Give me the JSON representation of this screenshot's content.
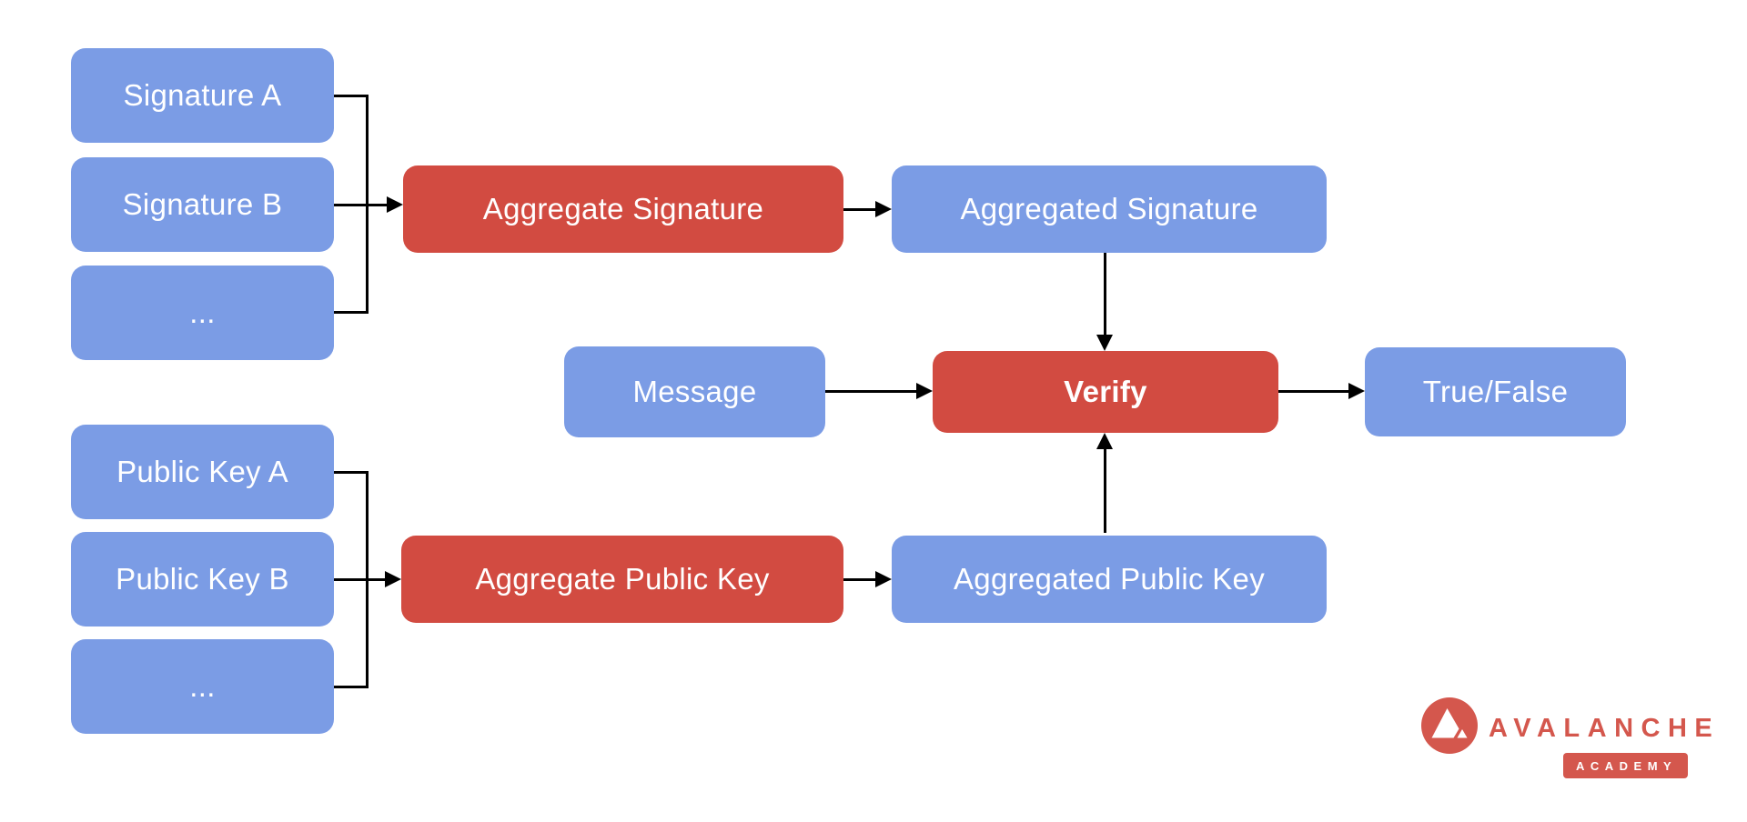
{
  "diagram": {
    "signature_inputs": [
      {
        "label": "Signature A"
      },
      {
        "label": "Signature B"
      },
      {
        "label": "..."
      }
    ],
    "public_key_inputs": [
      {
        "label": "Public Key A"
      },
      {
        "label": "Public Key B"
      },
      {
        "label": "..."
      }
    ],
    "aggregate_signature": {
      "label": "Aggregate Signature"
    },
    "aggregated_signature": {
      "label": "Aggregated Signature"
    },
    "aggregate_public_key": {
      "label": "Aggregate Public Key"
    },
    "aggregated_public_key": {
      "label": "Aggregated Public Key"
    },
    "message": {
      "label": "Message"
    },
    "verify": {
      "label": "Verify"
    },
    "result": {
      "label": "True/False"
    },
    "colors": {
      "input_box": "#7b9ce5",
      "operation_box": "#d24b41",
      "connector": "#000000",
      "box_text": "#ffffff"
    }
  },
  "branding": {
    "wordmark": "AVALANCHE",
    "badge": "ACADEMY",
    "brand_color": "#d4574d"
  }
}
